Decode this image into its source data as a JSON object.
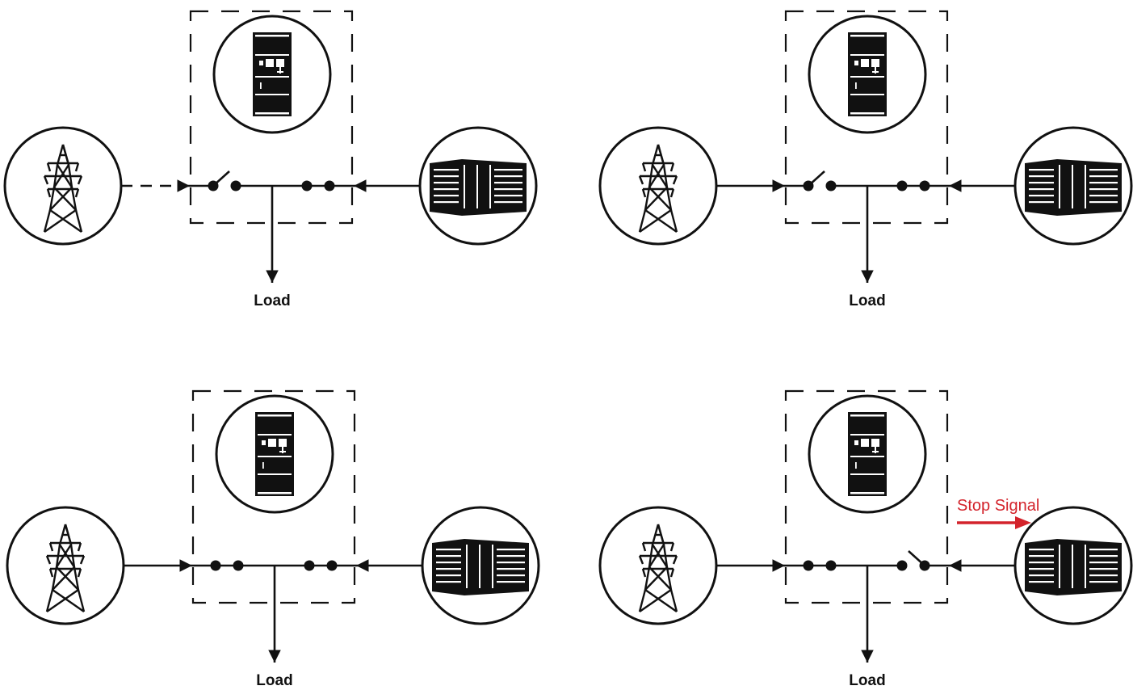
{
  "panels": [
    {
      "id": "panel-1",
      "load_label": "Load",
      "utility_feed": "dashed",
      "left_contact": "open",
      "right_contact": "closed",
      "stop_signal": false
    },
    {
      "id": "panel-2",
      "load_label": "Load",
      "utility_feed": "solid",
      "left_contact": "open",
      "right_contact": "closed",
      "stop_signal": false
    },
    {
      "id": "panel-3",
      "load_label": "Load",
      "utility_feed": "solid",
      "left_contact": "closed",
      "right_contact": "closed",
      "stop_signal": false
    },
    {
      "id": "panel-4",
      "load_label": "Load",
      "utility_feed": "solid",
      "left_contact": "closed",
      "right_contact": "open",
      "stop_signal": true,
      "stop_signal_label": "Stop Signal"
    }
  ],
  "colors": {
    "line": "#111111",
    "signal": "#d3232b",
    "background": "#ffffff"
  },
  "icons": {
    "utility": "transmission-tower-icon",
    "switch": "transfer-switch-cabinet-icon",
    "generator": "generator-icon"
  }
}
